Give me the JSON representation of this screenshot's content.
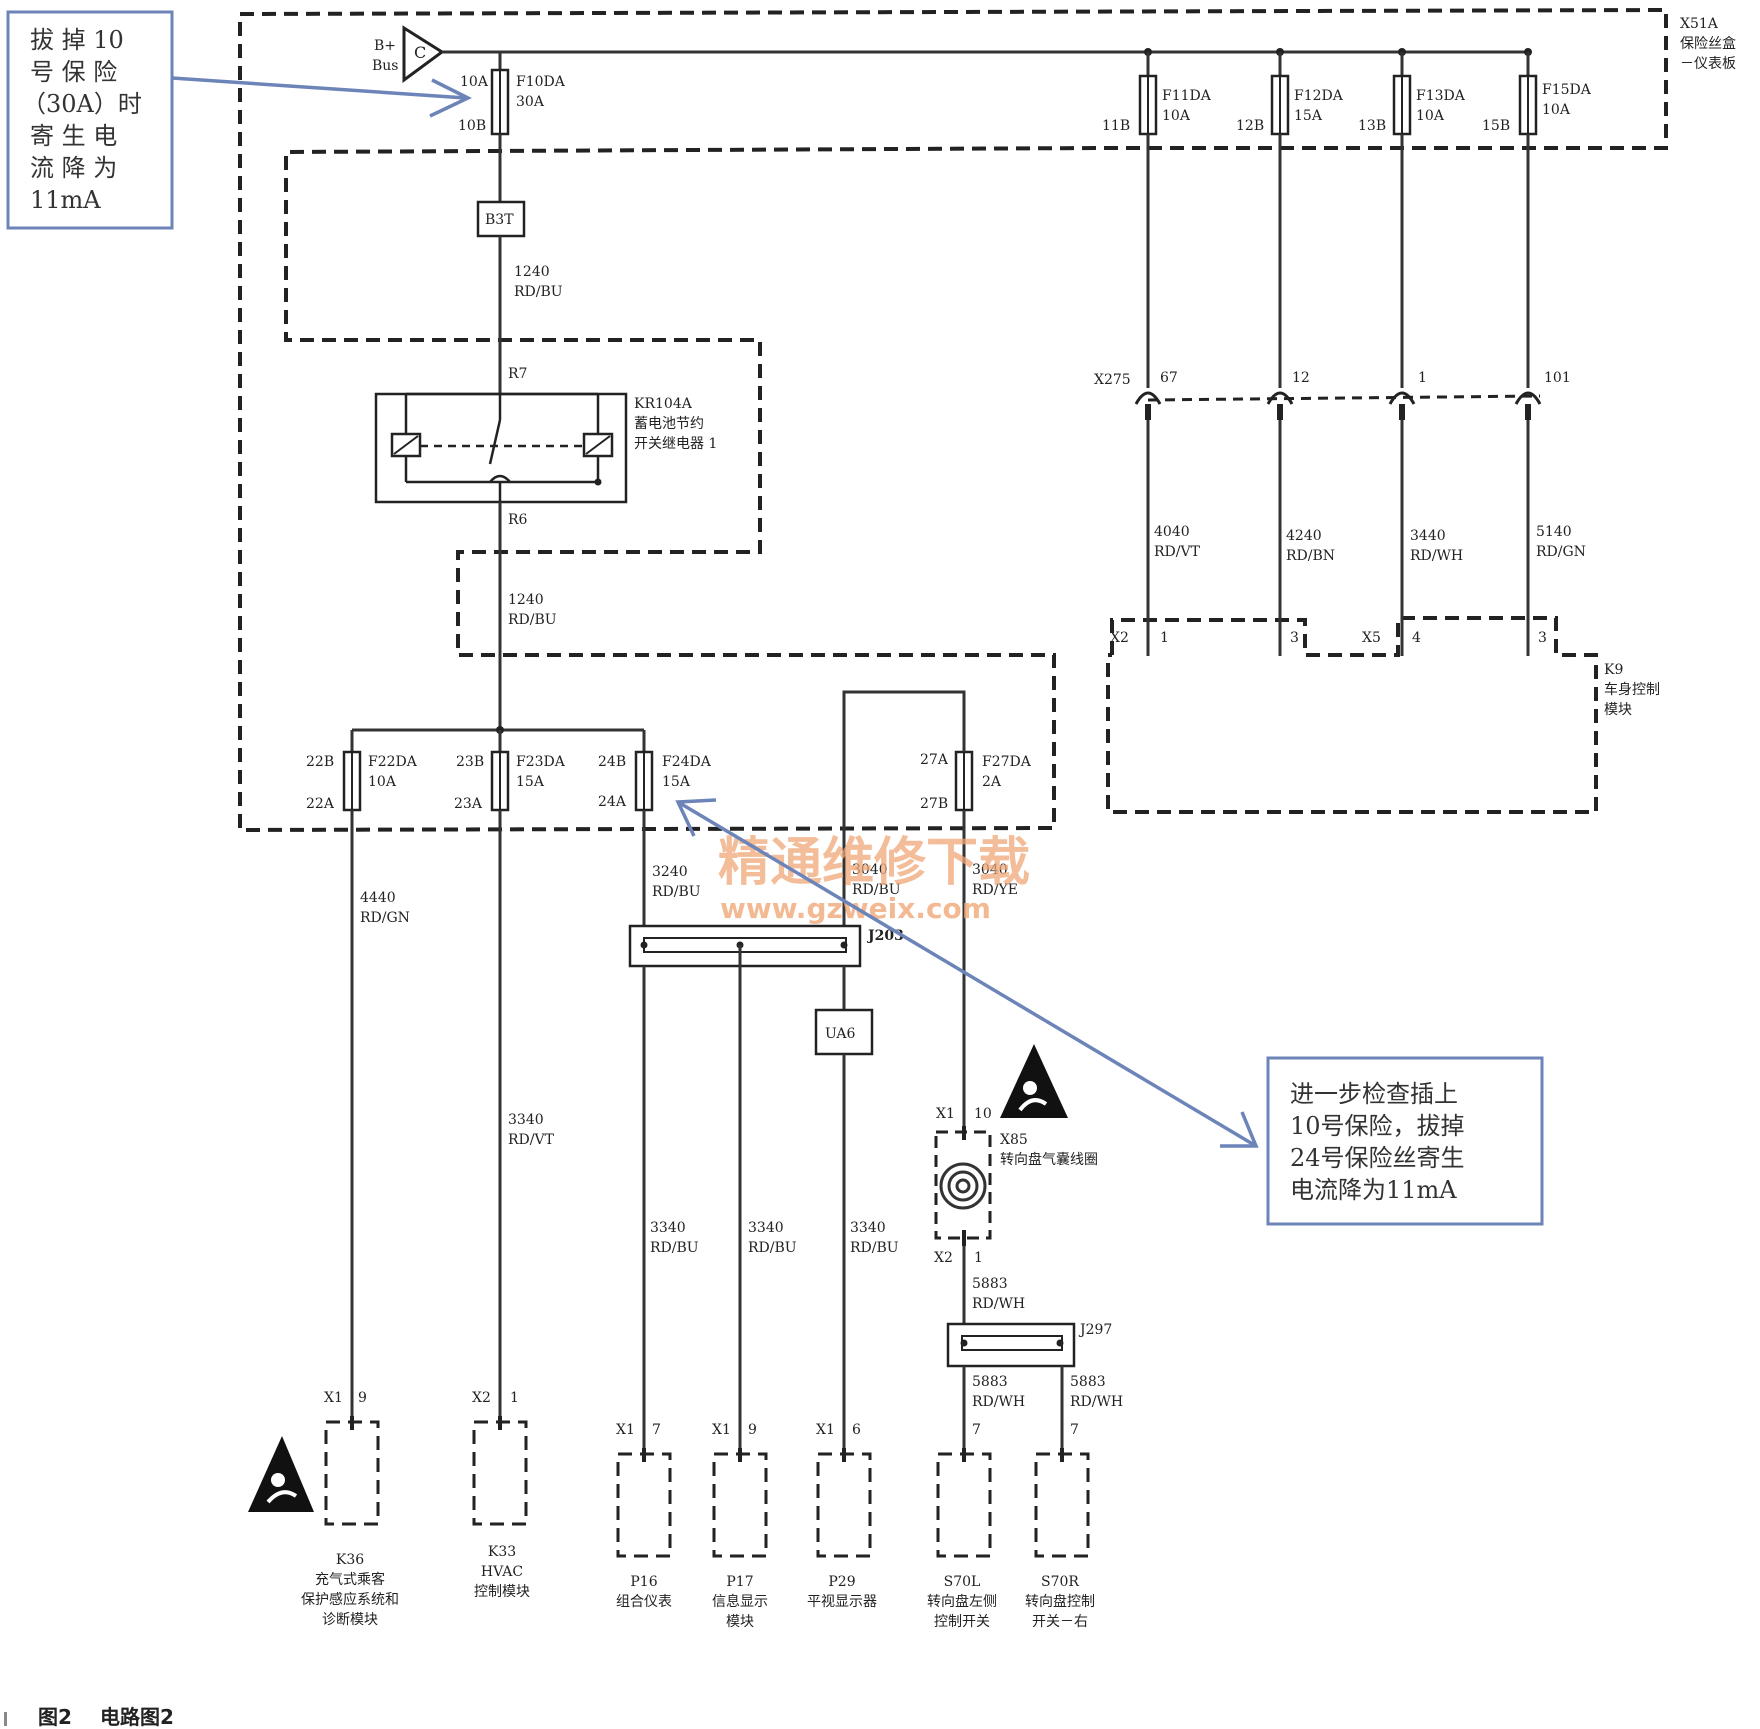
{
  "fuse_box": {
    "label_line1": "X51A",
    "label_line2": "保险丝盒",
    "label_line3": "－仪表板",
    "bplus": "B+",
    "bus": "Bus",
    "c": "C"
  },
  "note_left": {
    "lines": [
      "拔  掉  10",
      "号  保  险",
      "（30A）时",
      "寄  生  电",
      "流  降  为",
      "11mA"
    ]
  },
  "note_right": {
    "lines": [
      "进一步检查插上",
      "10号保险，拔掉",
      "24号保险丝寄生",
      "电流降为11mA"
    ]
  },
  "fuses_top": [
    {
      "name": "F10DA",
      "rating": "30A",
      "pin_in": "10A",
      "pin_out": "10B"
    },
    {
      "name": "F11DA",
      "rating": "10A",
      "pin_out": "11B"
    },
    {
      "name": "F12DA",
      "rating": "15A",
      "pin_out": "12B"
    },
    {
      "name": "F13DA",
      "rating": "10A",
      "pin_out": "13B"
    },
    {
      "name": "F15DA",
      "rating": "10A",
      "pin_out": "15B"
    }
  ],
  "b3t": "B3T",
  "wire_1240_top": {
    "num": "1240",
    "color": "RD/BU"
  },
  "relay": {
    "name": "KR104A",
    "desc1": "蓄电池节约",
    "desc2": "开关继电器 1",
    "pin_top": "R7",
    "pin_bottom": "R6"
  },
  "wire_1240_bottom": {
    "num": "1240",
    "color": "RD/BU"
  },
  "x275": {
    "name": "X275",
    "pins": [
      "67",
      "12",
      "1",
      "101"
    ]
  },
  "bcm_wires": [
    {
      "num": "4040",
      "color": "RD/VT"
    },
    {
      "num": "4240",
      "color": "RD/BN"
    },
    {
      "num": "3440",
      "color": "RD/WH"
    },
    {
      "num": "5140",
      "color": "RD/GN"
    }
  ],
  "bcm": {
    "x2": "X2",
    "x2_pins": [
      "1",
      "3"
    ],
    "x5": "X5",
    "x5_pins": [
      "4",
      "3"
    ],
    "name": "K9",
    "desc1": "车身控制",
    "desc2": "模块"
  },
  "fuses_bottom": [
    {
      "name": "F22DA",
      "rating": "10A",
      "pin_top": "22B",
      "pin_bottom": "22A"
    },
    {
      "name": "F23DA",
      "rating": "15A",
      "pin_top": "23B",
      "pin_bottom": "23A"
    },
    {
      "name": "F24DA",
      "rating": "15A",
      "pin_top": "24B",
      "pin_bottom": "24A"
    },
    {
      "name": "F27DA",
      "rating": "2A",
      "pin_top": "27A",
      "pin_bottom": "27B"
    }
  ],
  "wires_mid": {
    "w4440": {
      "num": "4440",
      "color": "RD/GN"
    },
    "w3240": {
      "num": "3240",
      "color": "RD/BU"
    },
    "w3040a": {
      "num": "3040",
      "color": "RD/BU"
    },
    "w3040b": {
      "num": "3040",
      "color": "RD/YE"
    },
    "w3340vt": {
      "num": "3340",
      "color": "RD/VT"
    },
    "w3340a": {
      "num": "3340",
      "color": "RD/BU"
    },
    "w3340b": {
      "num": "3340",
      "color": "RD/BU"
    },
    "w3340c": {
      "num": "3340",
      "color": "RD/BU"
    },
    "w5883a": {
      "num": "5883",
      "color": "RD/WH"
    },
    "w5883b": {
      "num": "5883",
      "color": "RD/WH"
    },
    "w5883c": {
      "num": "5883",
      "color": "RD/WH"
    }
  },
  "splices": {
    "j203": "J203",
    "j297": "J297",
    "ua6": "UA6"
  },
  "x85": {
    "name": "X85",
    "desc": "转向盘气囊线圈",
    "x1": "X1",
    "x1_pin": "10",
    "x2": "X2",
    "x2_pin": "1"
  },
  "modules": [
    {
      "conn": "X1",
      "pin": "9",
      "name": "K36",
      "desc": [
        "充气式乘客",
        "保护感应系统和",
        "诊断模块"
      ]
    },
    {
      "conn": "X2",
      "pin": "1",
      "name": "K33",
      "desc": [
        "HVAC",
        "控制模块"
      ]
    },
    {
      "conn": "X1",
      "pin": "7",
      "name": "P16",
      "desc": [
        "组合仪表"
      ]
    },
    {
      "conn": "X1",
      "pin": "9",
      "name": "P17",
      "desc": [
        "信息显示",
        "模块"
      ]
    },
    {
      "conn": "X1",
      "pin": "6",
      "name": "P29",
      "desc": [
        "平视显示器"
      ]
    },
    {
      "conn": "",
      "pin": "7",
      "name": "S70L",
      "desc": [
        "转向盘左侧",
        "控制开关"
      ]
    },
    {
      "conn": "",
      "pin": "7",
      "name": "S70R",
      "desc": [
        "转向盘控制",
        "开关－右"
      ]
    }
  ],
  "watermark": {
    "cn": "精通维修下载",
    "url": "www.gzweix.com"
  },
  "caption": {
    "fig": "图2",
    "title": "电路图2"
  },
  "colors": {
    "annotation_blue": "#6c84b8",
    "watermark": "#f0a878"
  }
}
